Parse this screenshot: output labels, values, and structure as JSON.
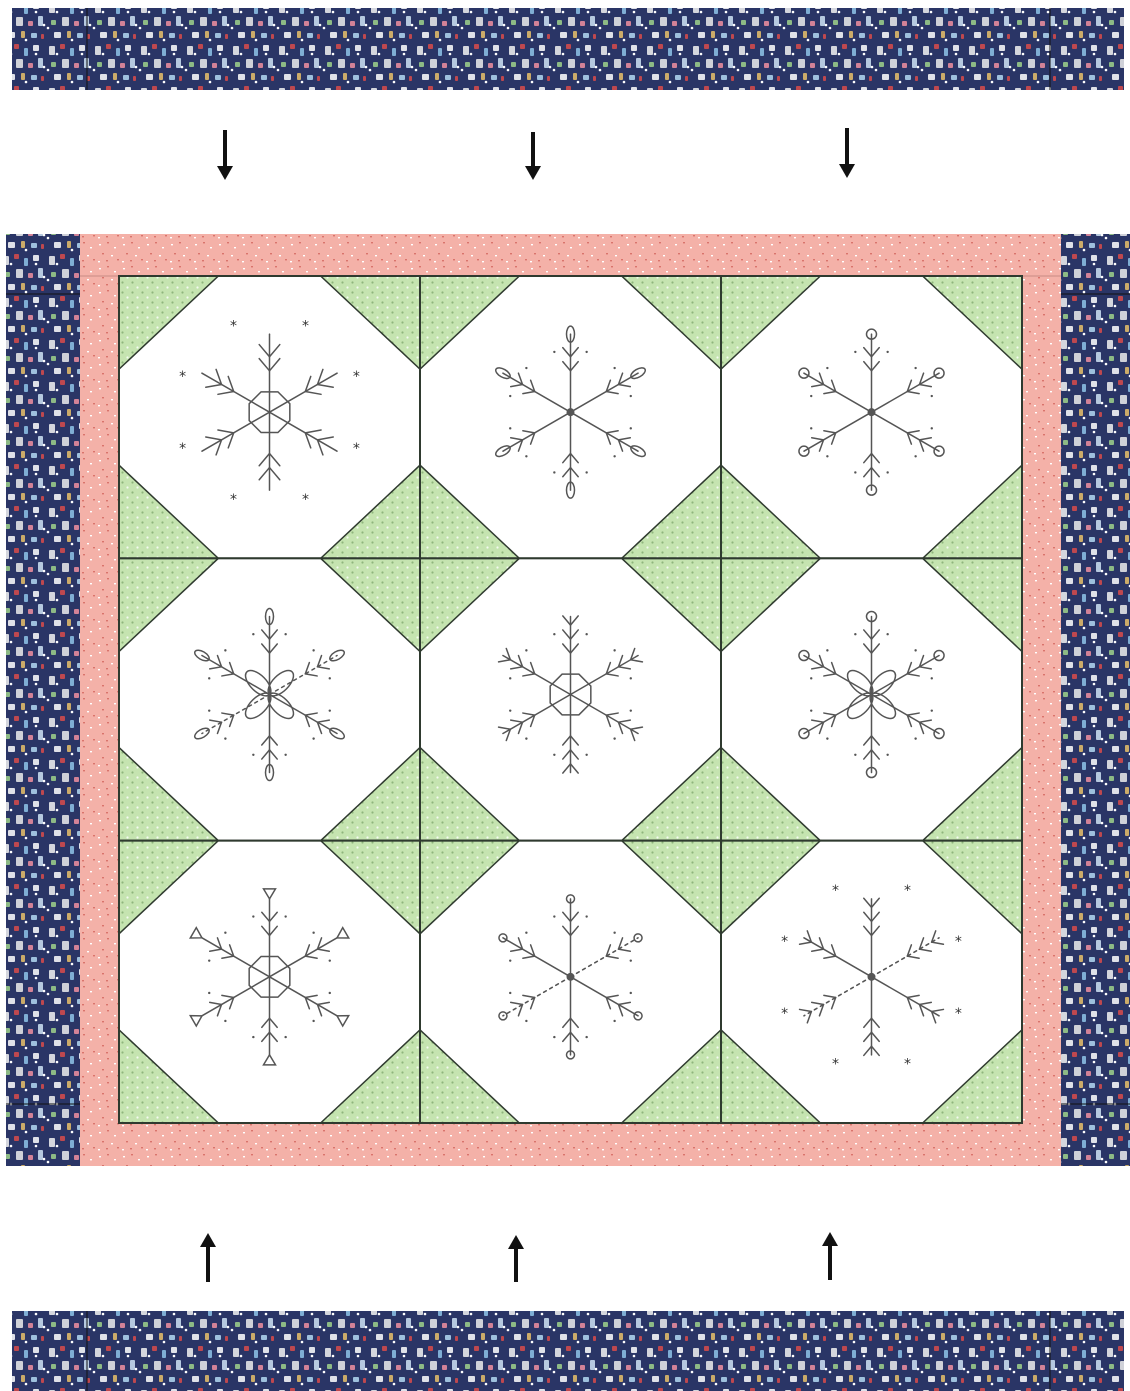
{
  "diagram": {
    "type": "quilt-assembly",
    "layout": {
      "rows": 3,
      "cols": 3
    },
    "colors": {
      "navy_fabric": "#2a3566",
      "navy_dark": "#1e2750",
      "pink_fabric": "#f4b1a8",
      "pink_speck": "#d9746c",
      "green_fabric": "#c5e4b0",
      "green_dot": "#8fb57c",
      "seam_line": "#2f3a2f",
      "block_white": "#ffffff",
      "snowflake_stroke": "#555555",
      "arrow": "#111111"
    },
    "borders": {
      "outer_top": {
        "fabric": "navy-novelty-print",
        "join_to": "quilt-top-edge"
      },
      "outer_bottom": {
        "fabric": "navy-novelty-print",
        "join_to": "quilt-bottom-edge"
      },
      "outer_left": {
        "fabric": "navy-novelty-print"
      },
      "outer_right": {
        "fabric": "navy-novelty-print"
      },
      "inner": {
        "fabric": "pink-speckle-print"
      }
    },
    "arrows": {
      "top": {
        "direction": "down",
        "count": 3
      },
      "bottom": {
        "direction": "up",
        "count": 3
      }
    },
    "blocks": [
      {
        "icon": "snowflake-stars-icon",
        "style": "stars"
      },
      {
        "icon": "snowflake-leaf-icon",
        "style": "leaf"
      },
      {
        "icon": "snowflake-hearts-icon",
        "style": "hearts"
      },
      {
        "icon": "snowflake-petal-icon",
        "style": "petal"
      },
      {
        "icon": "snowflake-branch-icon",
        "style": "branch"
      },
      {
        "icon": "snowflake-heart-tip-icon",
        "style": "hearttip"
      },
      {
        "icon": "snowflake-triangle-icon",
        "style": "triangle"
      },
      {
        "icon": "snowflake-swirl-icon",
        "style": "swirl"
      },
      {
        "icon": "snowflake-dotted-icon",
        "style": "dotted"
      }
    ]
  }
}
